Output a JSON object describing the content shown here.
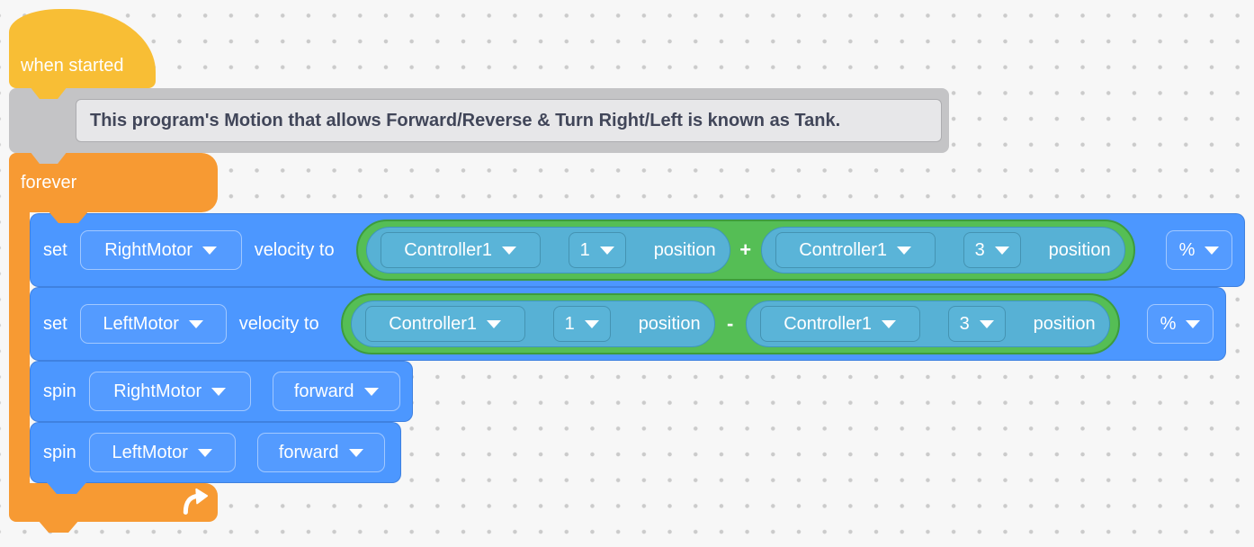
{
  "workspace": {
    "background": "#f7f7f7",
    "dot_color": "#cbcbcb"
  },
  "palette": {
    "event_yellow": "#F8BE35",
    "control_orange": "#F79A33",
    "motion_blue": "#4C97FF",
    "reporter_teal": "#57B1D5",
    "operator_green": "#55BE55",
    "comment_gray": "#C4C4C6",
    "comment_inner_gray": "#E7E7E9",
    "comment_text": "#414659"
  },
  "hat": {
    "label": "when started"
  },
  "comment": {
    "text": "This program's Motion that allows Forward/Reverse & Turn Right/Left is known as Tank."
  },
  "forever": {
    "label": "forever"
  },
  "rows": {
    "set_right": {
      "verb": "set",
      "motor": "RightMotor",
      "connector": "velocity to",
      "left_device": "Controller1",
      "left_axis": "1",
      "left_prop": "position",
      "operator": "+",
      "right_device": "Controller1",
      "right_axis": "3",
      "right_prop": "position",
      "unit": "%"
    },
    "set_left": {
      "verb": "set",
      "motor": "LeftMotor",
      "connector": "velocity to",
      "left_device": "Controller1",
      "left_axis": "1",
      "left_prop": "position",
      "operator": "-",
      "right_device": "Controller1",
      "right_axis": "3",
      "right_prop": "position",
      "unit": "%"
    },
    "spin_right": {
      "verb": "spin",
      "motor": "RightMotor",
      "direction": "forward"
    },
    "spin_left": {
      "verb": "spin",
      "motor": "LeftMotor",
      "direction": "forward"
    }
  }
}
